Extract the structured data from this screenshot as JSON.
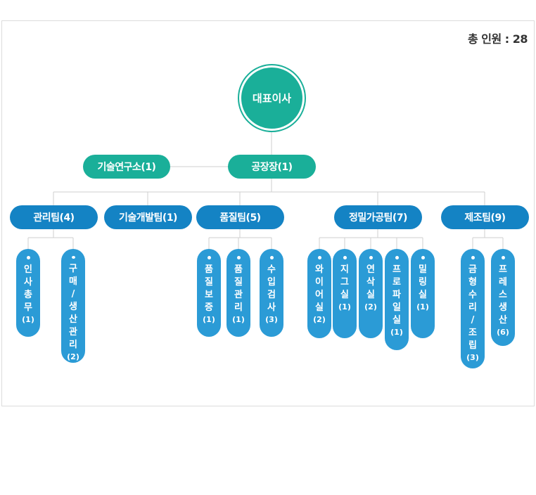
{
  "total": "총 인원 : 28",
  "ceo": "대표이사",
  "lab": "기술연구소(1)",
  "plant": "공장장(1)",
  "teams": [
    {
      "label": "관리팀(4)"
    },
    {
      "label": "기술개발팀(1)"
    },
    {
      "label": "품질팀(5)"
    },
    {
      "label": "정밀가공팀(7)"
    },
    {
      "label": "제조팀(9)"
    }
  ],
  "units": [
    {
      "label": "인사총무",
      "count": "(1)"
    },
    {
      "label": "구매/생산관리",
      "count": "(2)"
    },
    {
      "label": "품질보증",
      "count": "(1)"
    },
    {
      "label": "품질관리",
      "count": "(1)"
    },
    {
      "label": "수입검사",
      "count": "(3)"
    },
    {
      "label": "와이어실",
      "count": "(2)"
    },
    {
      "label": "지그실",
      "count": "(1)"
    },
    {
      "label": "연삭실",
      "count": "(2)"
    },
    {
      "label": "프로파일실",
      "count": "(1)"
    },
    {
      "label": "밀링실",
      "count": "(1)"
    },
    {
      "label": "금형수리/조립",
      "count": "(3)"
    },
    {
      "label": "프레스생산",
      "count": "(6)"
    }
  ]
}
